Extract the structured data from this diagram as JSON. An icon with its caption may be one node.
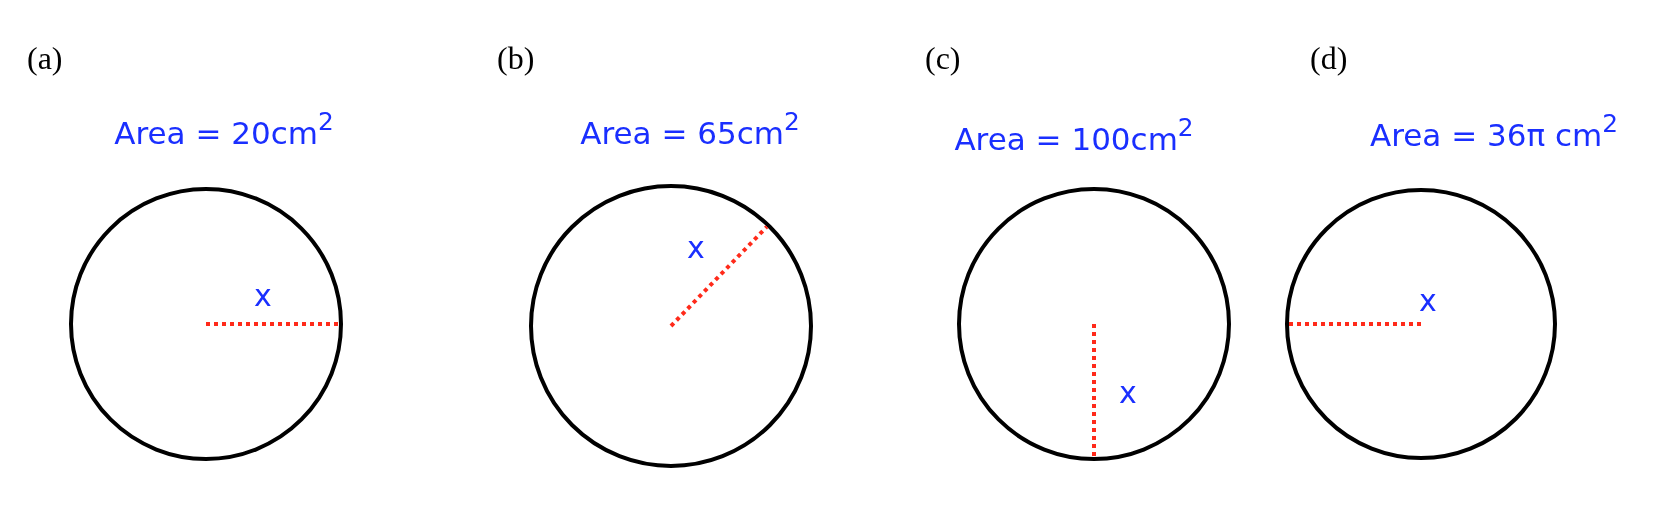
{
  "diagram": {
    "nodes": [
      {
        "text": [
          "x"
        ],
        "beside": [
          "Area = 20cm$^{2}$"
        ]
      },
      {
        "text": [
          "x"
        ],
        "beside": [
          "Area = 65cm$^{2}$"
        ]
      },
      {
        "text": [
          "x"
        ],
        "beside": [
          "Area = 100cm$^{2}$"
        ]
      },
      {
        "text": [
          "x"
        ],
        "beside": [
          "Area = 36π cm$^{2}$"
        ]
      }
    ],
    "labels": [
      "(a)",
      "(b)",
      "(c)",
      "(d)"
    ]
  }
}
